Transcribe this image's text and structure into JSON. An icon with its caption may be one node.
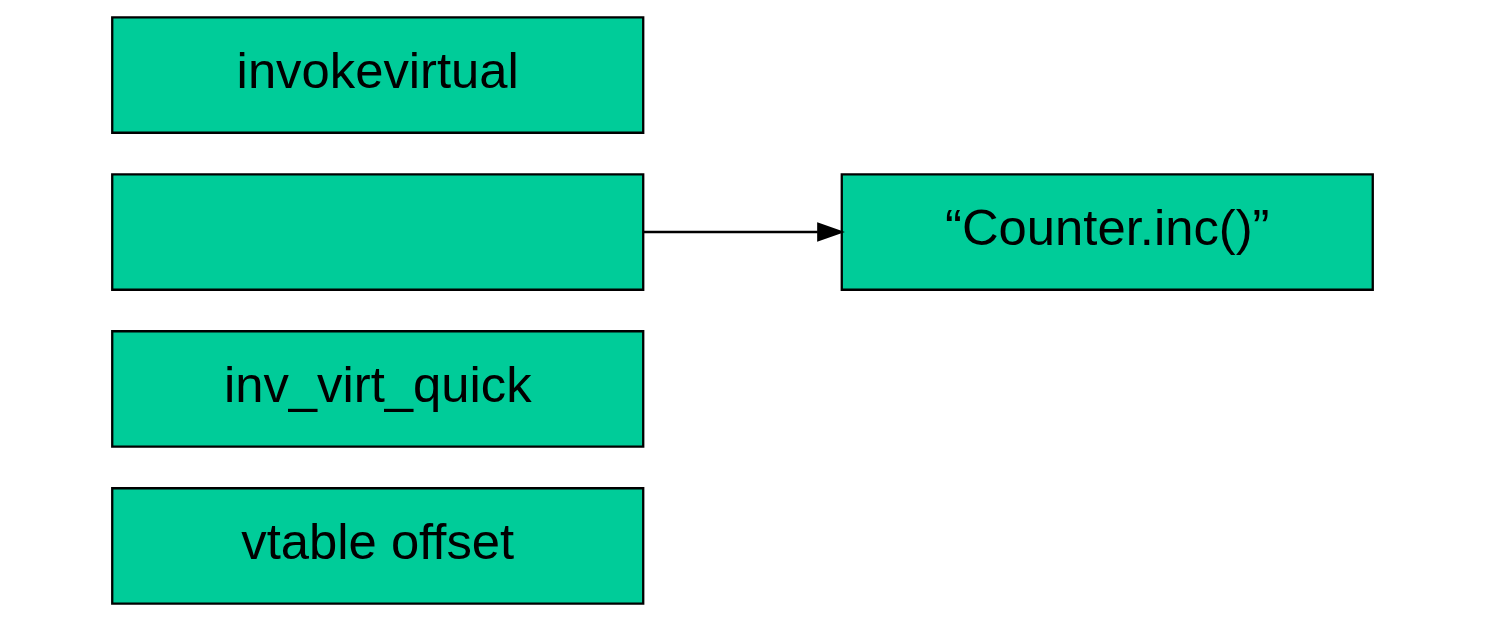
{
  "diagram": {
    "nodes": [
      {
        "text": [
          "invokevirtual"
        ]
      },
      {
        "text": [],
        "shape": "box"
      },
      {
        "text": [
          "“Counter.inc()”"
        ]
      },
      {
        "text": [
          "inv_virt_quick"
        ]
      },
      {
        "text": [
          "vtable offset"
        ]
      }
    ],
    "edges": [
      {
        "from": 1,
        "to": 2,
        "arrow": "to"
      }
    ]
  }
}
